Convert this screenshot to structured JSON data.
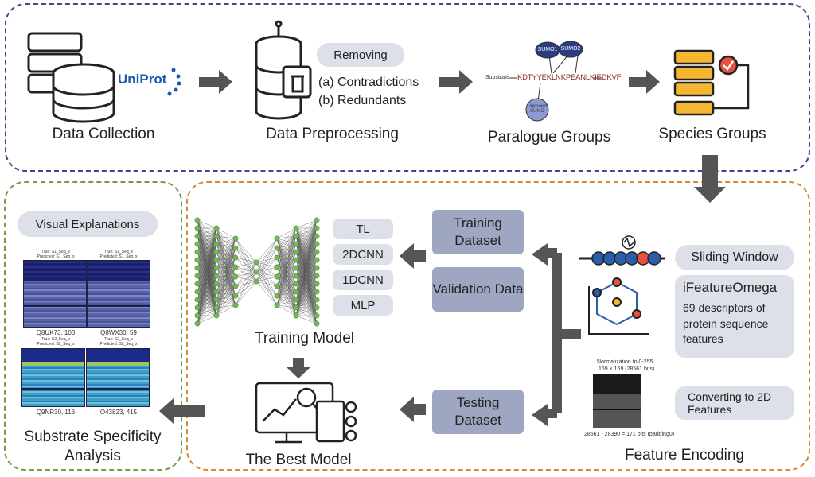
{
  "colors": {
    "top_border": "#3b4a8a",
    "left_border": "#7a9a4a",
    "right_border": "#d58a3a",
    "arrow": "#555555",
    "pill": "#dde0e8",
    "dataset_pill": "#9ea6c2"
  },
  "top": {
    "data_collection": "Data Collection",
    "uniprot_logo": "UniProt",
    "data_preprocessing": "Data Preprocessing",
    "removing": "Removing",
    "contradictions": "(a) Contradictions",
    "redundants": "(b) Redundants",
    "paralogue_groups": "Paralogue Groups",
    "paralogue_figure": {
      "substrate": "Substrate",
      "sequence": "KDTYYEKLNKPEANLKIEDKVF",
      "sumo1": "SUMO1",
      "sumo2": "SUMO2",
      "unknown": "Unknown SUMO"
    },
    "species_groups": "Species Groups"
  },
  "right": {
    "sliding_window": "Sliding Window",
    "ifeature_title": "iFeatureOmega",
    "ifeature_desc": "69 descriptors of protein sequence features",
    "converting": "Converting to 2D Features",
    "feature_encoding": "Feature Encoding",
    "image_caption_top": "Normalization to 0-255",
    "image_caption_sub": "169 × 169 (28561 bits)",
    "image_caption_bottom": "28561 - 28390 = 171 bits (padding0)"
  },
  "middle": {
    "training_dataset": "Training Dataset",
    "validation_data": "Validation Data",
    "testing_dataset": "Testing Dataset",
    "models": [
      "TL",
      "2DCNN",
      "1DCNN",
      "MLP"
    ],
    "training_model": "Training Model",
    "best_model": "The Best Model"
  },
  "left": {
    "visual_explanations": "Visual Explanations",
    "heatmaps": [
      {
        "title": "True: S1_Seq_x",
        "subtitle": "Predicted: S1_Seq_x",
        "caption": "Q8UK73, 103"
      },
      {
        "title": "True: S1_Seq_x",
        "subtitle": "Predicted: S1_Seq_x",
        "caption": "Q8WX30, 59"
      },
      {
        "title": "True: S2_Seq_x",
        "subtitle": "Predicted: S2_Seq_x",
        "caption": "Q9NR30, 116"
      },
      {
        "title": "True: S2_Seq_x",
        "subtitle": "Predicted: S2_Seq_x",
        "caption": "O43823, 415"
      }
    ],
    "substrate_specificity": "Substrate Specificity Analysis"
  }
}
